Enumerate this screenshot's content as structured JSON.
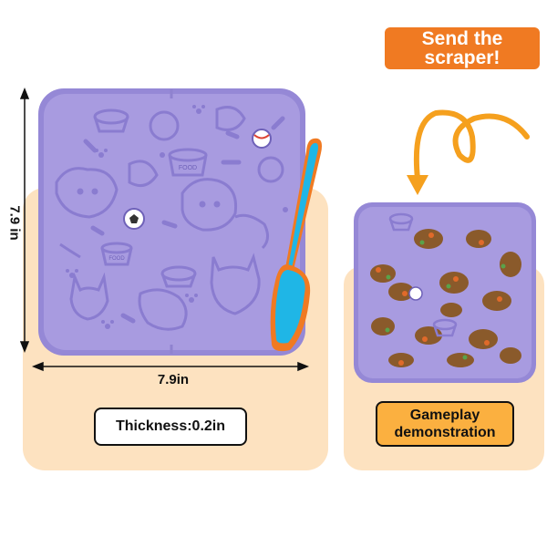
{
  "callout": {
    "text": "Send the\nscraper!"
  },
  "dimensions": {
    "width_label": "7.9in",
    "height_label": "7.9 in"
  },
  "thickness": {
    "label": "Thickness:0.2in"
  },
  "gameplay": {
    "label": "Gameplay\ndemonstration"
  },
  "mat": {
    "food_bowl_text": "FOOD",
    "icons": [
      "dog-bowl-icon",
      "ball-icon",
      "bone-icon",
      "paw-icon",
      "dog-face-icon",
      "cat-face-icon",
      "chicken-leg-icon"
    ]
  },
  "colors": {
    "mat_purple": "#a89be0",
    "mat_border": "#9588d6",
    "spatula_blue": "#1fb6e6",
    "spatula_orange": "#f07a22",
    "callout_orange": "#f07a22",
    "panel_peach": "#fde2c0",
    "gameplay_orange": "#fbb040",
    "food_brown": "#8a5a2b"
  }
}
